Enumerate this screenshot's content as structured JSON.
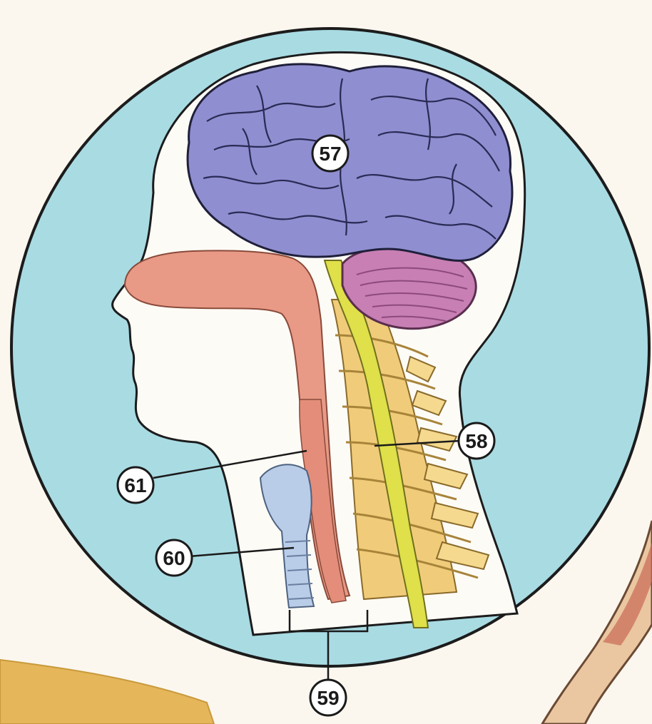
{
  "diagram": {
    "labels": [
      {
        "id": "57",
        "text": "57"
      },
      {
        "id": "58",
        "text": "58"
      },
      {
        "id": "59",
        "text": "59"
      },
      {
        "id": "60",
        "text": "60"
      },
      {
        "id": "61",
        "text": "61"
      }
    ]
  },
  "colors": {
    "background": "#fbf7ef",
    "circle_fill": "#a9dbe3",
    "brain": "#8f8ed0",
    "cerebellum": "#c87fb4",
    "airway": "#e89a86",
    "spine": "#f0cc7a",
    "spinal_cord": "#dfe04a",
    "larynx": "#b9cde8",
    "skin_arm": "#eac7a1",
    "ground": "#e5b65a"
  }
}
